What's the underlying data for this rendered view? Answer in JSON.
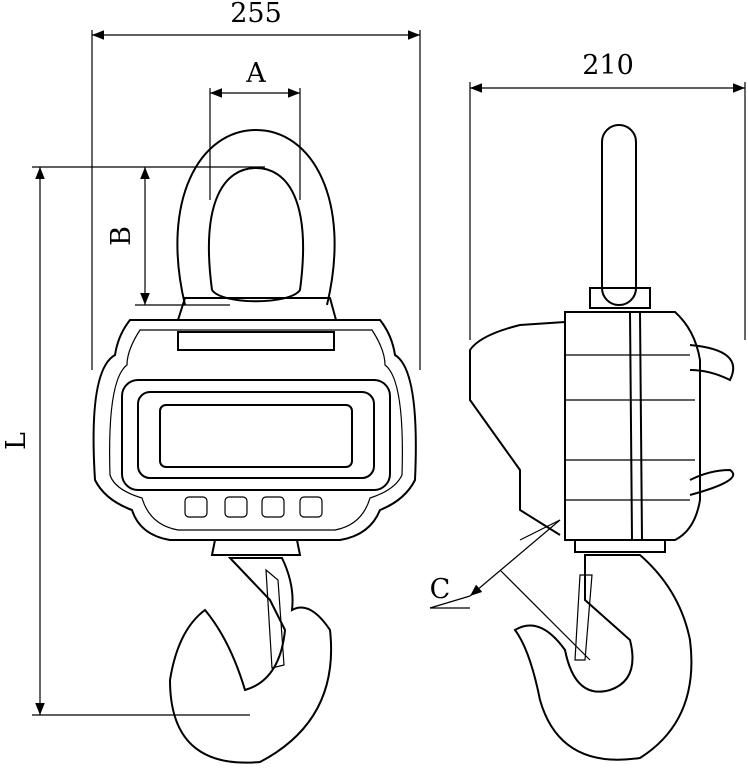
{
  "dimensions": {
    "width_front": "255",
    "width_side": "210",
    "shackle_opening": "A",
    "shackle_height": "B",
    "total_length": "L",
    "hook_throat": "C"
  }
}
